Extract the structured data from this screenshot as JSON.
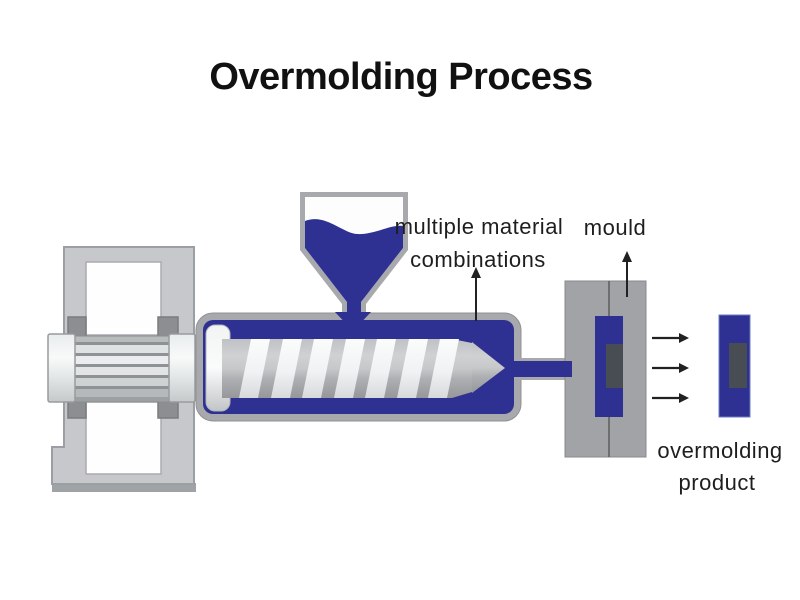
{
  "title": "Overmolding Process",
  "labels": {
    "feed_line1": "multiple material",
    "feed_line2": "combinations",
    "mould": "mould",
    "product_line1": "overmolding",
    "product_line2": "product"
  },
  "colors": {
    "polymer_blue": "#2e3192",
    "substrate_gray": "#484d54",
    "machine_gray": "#a7a9ac",
    "mould_gray": "#a1a3a6",
    "frame_gray": "#c6c8cb",
    "arrow_black": "#212121",
    "label_text": "#1e1e1e",
    "title_text": "#111111",
    "background": "#ffffff"
  }
}
